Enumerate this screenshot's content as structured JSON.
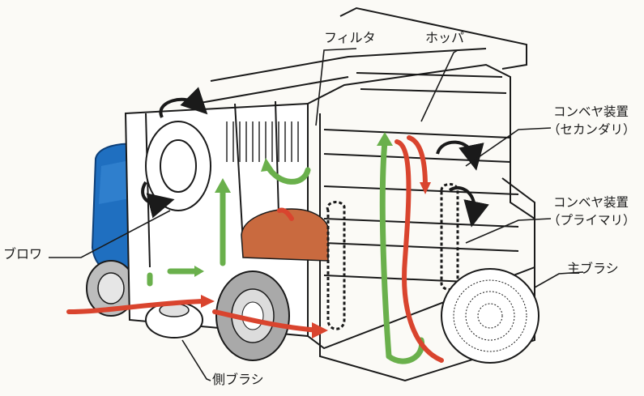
{
  "labels": {
    "filter": "フィルタ",
    "hopper": "ホッパ",
    "conveyor_secondary_l1": "コンベヤ装置",
    "conveyor_secondary_l2": "（セカンダリ）",
    "conveyor_primary_l1": "コンベヤ装置",
    "conveyor_primary_l2": "（プライマリ）",
    "blower": "ブロワ",
    "main_brush": "主ブラシ",
    "side_brush": "側ブラシ"
  },
  "colors": {
    "cab_blue": "#1f6fc0",
    "airflow_green": "#6ab04c",
    "debris_red": "#d9442e",
    "debris_pile": "#c96a3f",
    "line": "#1a1a1a",
    "background": "#fbfaf6"
  }
}
